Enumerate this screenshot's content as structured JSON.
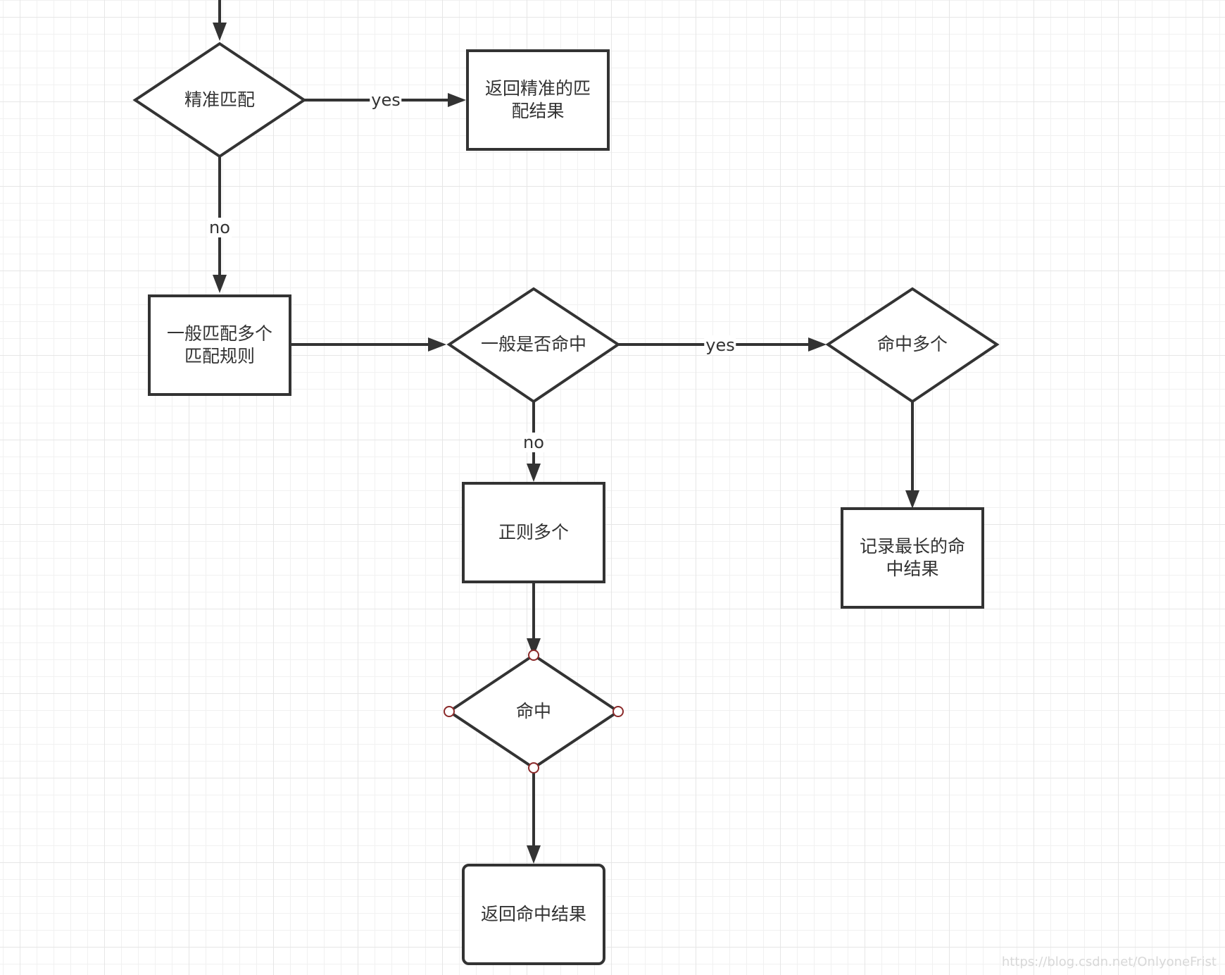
{
  "nodes": {
    "exact_match": "精准匹配",
    "return_exact": "返回精准的匹配结果",
    "general_match_rules": "一般匹配多个匹配规则",
    "general_hit": "一般是否命中",
    "hit_multiple": "命中多个",
    "record_longest": "记录最长的命中结果",
    "regex_multiple": "正则多个",
    "hit": "命中",
    "return_hit": "返回命中结果"
  },
  "edges": {
    "exact_yes": "yes",
    "exact_no": "no",
    "general_yes": "yes",
    "general_no": "no"
  },
  "watermark": "https://blog.csdn.net/OnlyoneFrist",
  "colors": {
    "stroke": "#333333",
    "grid": "#e6e6e6",
    "handle": "#8b2a2a"
  }
}
